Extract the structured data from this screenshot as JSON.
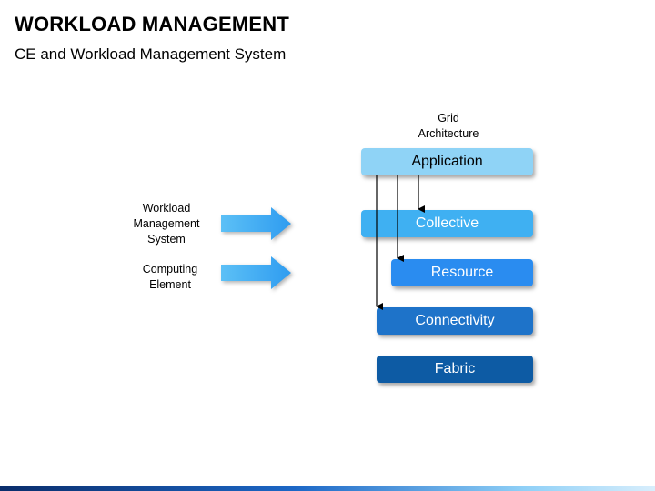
{
  "header": {
    "title": "WORKLOAD MANAGEMENT",
    "subtitle": "CE and Workload Management System"
  },
  "left_labels": {
    "wms": [
      "Workload",
      "Management",
      "System"
    ],
    "ce": [
      "Computing",
      "Element"
    ]
  },
  "grid_label": [
    "Grid",
    "Architecture"
  ],
  "layers": {
    "application": "Application",
    "collective": "Collective",
    "resource": "Resource",
    "connectivity": "Connectivity",
    "fabric": "Fabric"
  },
  "colors": {
    "application": "#8fd3f6",
    "collective": "#3fb0f2",
    "resource": "#2a8cf0",
    "connectivity": "#1e73c9",
    "fabric": "#0d5ba4",
    "arrow": "#2f9cf0"
  }
}
